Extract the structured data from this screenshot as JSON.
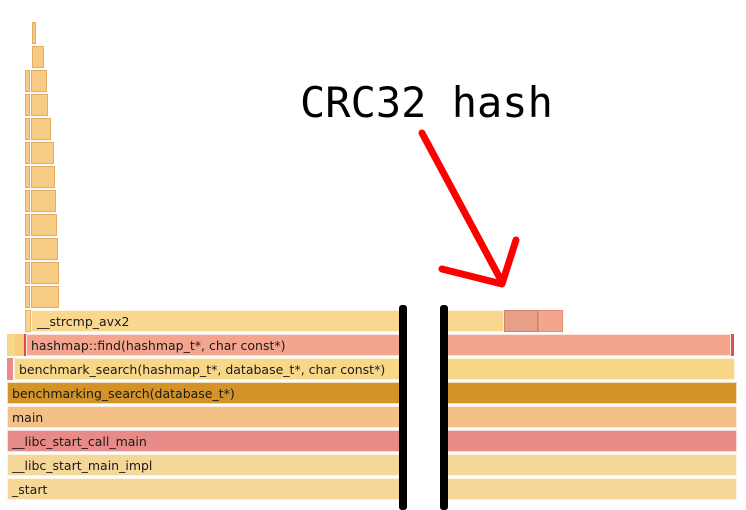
{
  "flamegraph": {
    "frames": [
      {
        "label": "__strcmp_avx2",
        "color": "#f9d78f"
      },
      {
        "label": "hashmap::find(hashmap_t*, char const*)",
        "color": "#f4a58d"
      },
      {
        "label": "benchmark_search(hashmap_t*, database_t*, char const*)",
        "color": "#f8d888"
      },
      {
        "label": "benchmarking_search(database_t*)",
        "color": "#d39329"
      },
      {
        "label": "main",
        "color": "#f4c088"
      },
      {
        "label": "__libc_start_call_main",
        "color": "#e88a88"
      },
      {
        "label": "__libc_start_main_impl",
        "color": "#f5d799"
      },
      {
        "label": "_start",
        "color": "#f6d797"
      }
    ]
  },
  "annotation": {
    "text": "CRC32 hash",
    "color": "#ff0000"
  }
}
